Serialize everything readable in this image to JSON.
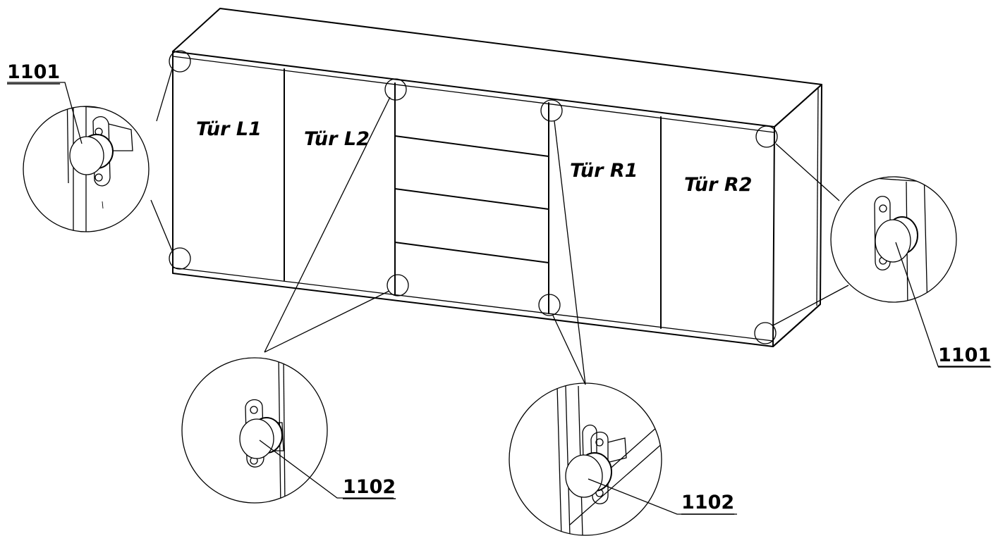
{
  "doors": {
    "l1": "Tür L1",
    "l2": "Tür L2",
    "r1": "Tür R1",
    "r2": "Tür R2"
  },
  "callouts": {
    "top_left": "1101",
    "right": "1101",
    "bottom_left": "1102",
    "bottom_right": "1102"
  },
  "colors": {
    "line": "#000000",
    "background": "#ffffff"
  }
}
